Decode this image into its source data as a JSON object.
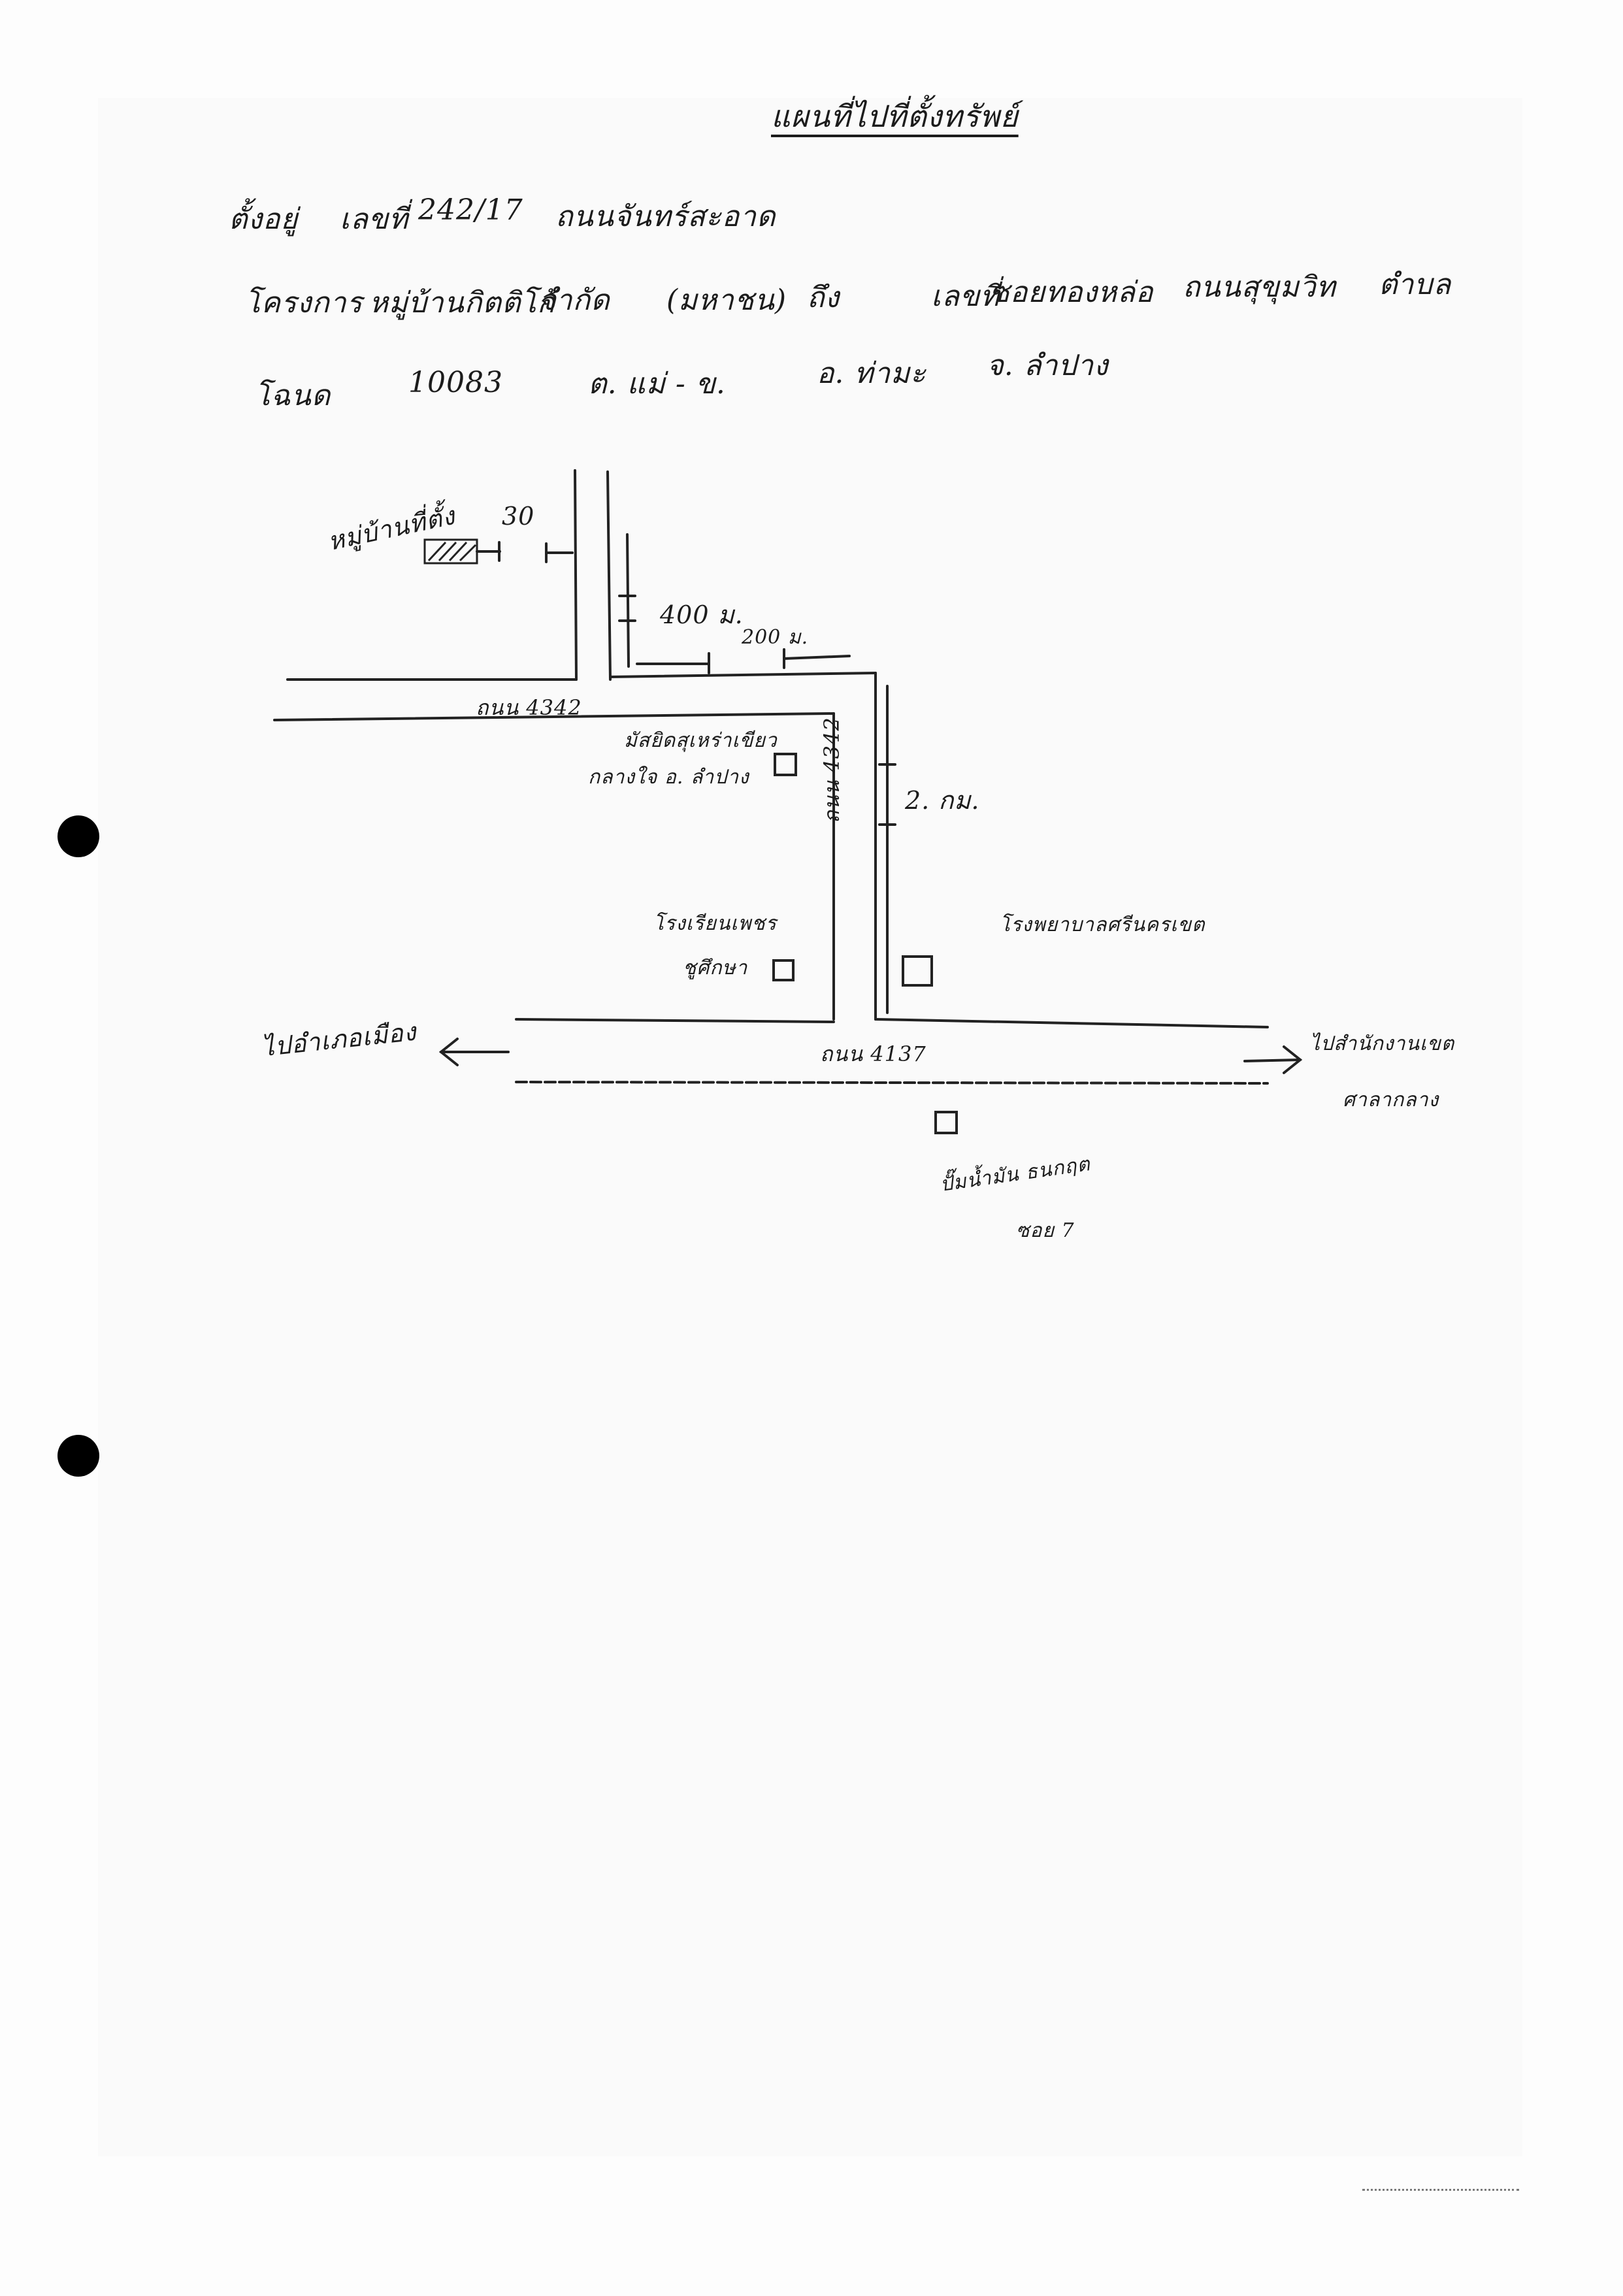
{
  "document": {
    "title": "แผนที่ไปที่ตั้งทรัพย์",
    "address_lines": [
      {
        "parts": [
          "ตั้งอยู่",
          "เลขที่",
          "242/17",
          "ถนนจันทร์สะอาด"
        ]
      },
      {
        "parts": [
          "โครงการ",
          "หมู่บ้านกิตติโก้",
          "จำกัด",
          "(มหาชน)",
          "ถึง",
          "เลขที่",
          "ซอยทองหล่อ",
          "ถนนสุขุมวิท",
          "ตำบล"
        ]
      },
      {
        "parts": [
          "โฉนด",
          "10083",
          "ต. แม่ - ข.",
          "อ. ท่ามะ",
          "จ. ลำปาง"
        ]
      }
    ]
  },
  "map": {
    "landmarks": {
      "property_label": "หมู่บ้านที่ตั้ง",
      "dist_property": "30",
      "dist_400": "400 ม.",
      "dist_200": "200 ม.",
      "dist_2km": "2. กม.",
      "road_top": "ถนน 4342",
      "road_side": "ถนน 4342",
      "road_bottom": "ถนน 4137",
      "temple": "มัสยิดสุเหร่าเขียว",
      "temple_sub": "กลางใจ อ. ลำปาง",
      "school_left": "โรงเรียนเพชร",
      "school_left_sub": "ชูศึกษา",
      "hospital": "โรงพยาบาลศรีนครเขต",
      "left_destination": "ไปอำเภอเมือง",
      "right_destination": "ไปสำนักงานเขต",
      "right_destination_sub": "ศาลากลาง",
      "market": "ปั๊มน้ำมัน ธนกฤต",
      "market_sub": "ซอย 7"
    }
  }
}
